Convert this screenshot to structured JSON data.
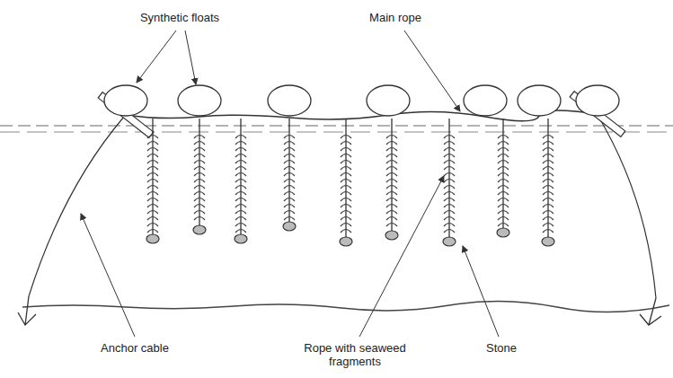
{
  "diagram": {
    "labels": [
      "Synthetic floats",
      "Main rope",
      "Anchor cable",
      "Rope with seaweed fragments",
      "Stone"
    ]
  }
}
